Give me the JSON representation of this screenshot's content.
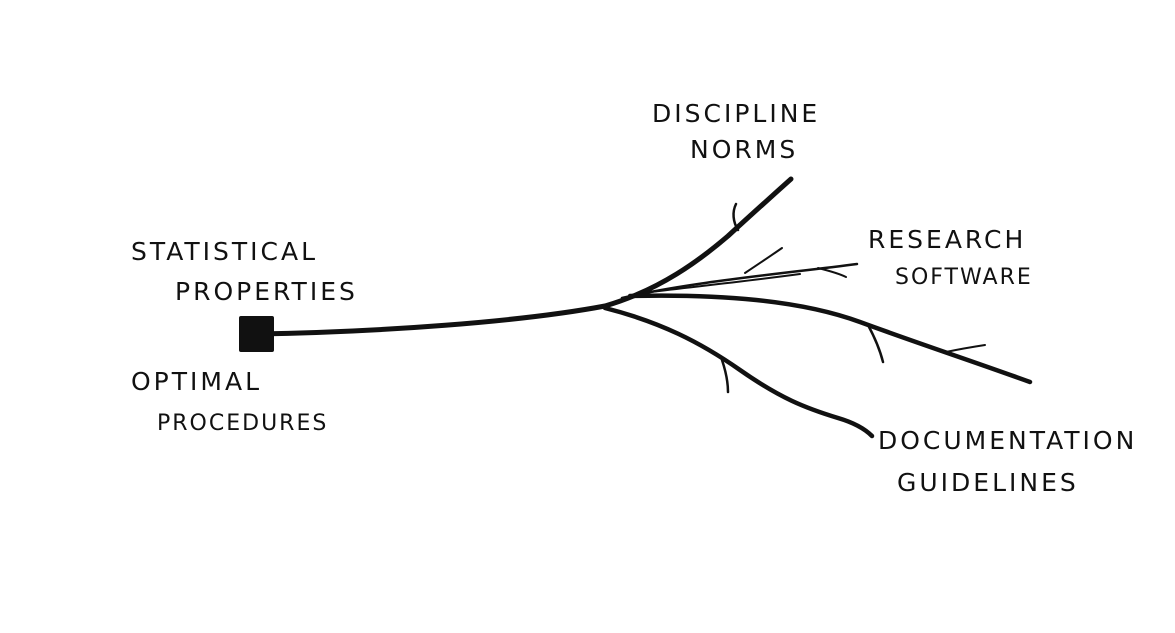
{
  "origin": {
    "label_top": [
      "STATISTICAL",
      "PROPERTIES"
    ],
    "label_bottom": [
      "OPTIMAL",
      "PROCEDURES"
    ]
  },
  "branches": {
    "top": [
      "DISCIPLINE",
      "NORMS"
    ],
    "middle": [
      "RESEARCH",
      "SOFTWARE"
    ],
    "bottom": [
      "DOCUMENTATION",
      "GUIDELINES"
    ]
  },
  "colors": {
    "ink": "#111111",
    "background": "#ffffff"
  }
}
